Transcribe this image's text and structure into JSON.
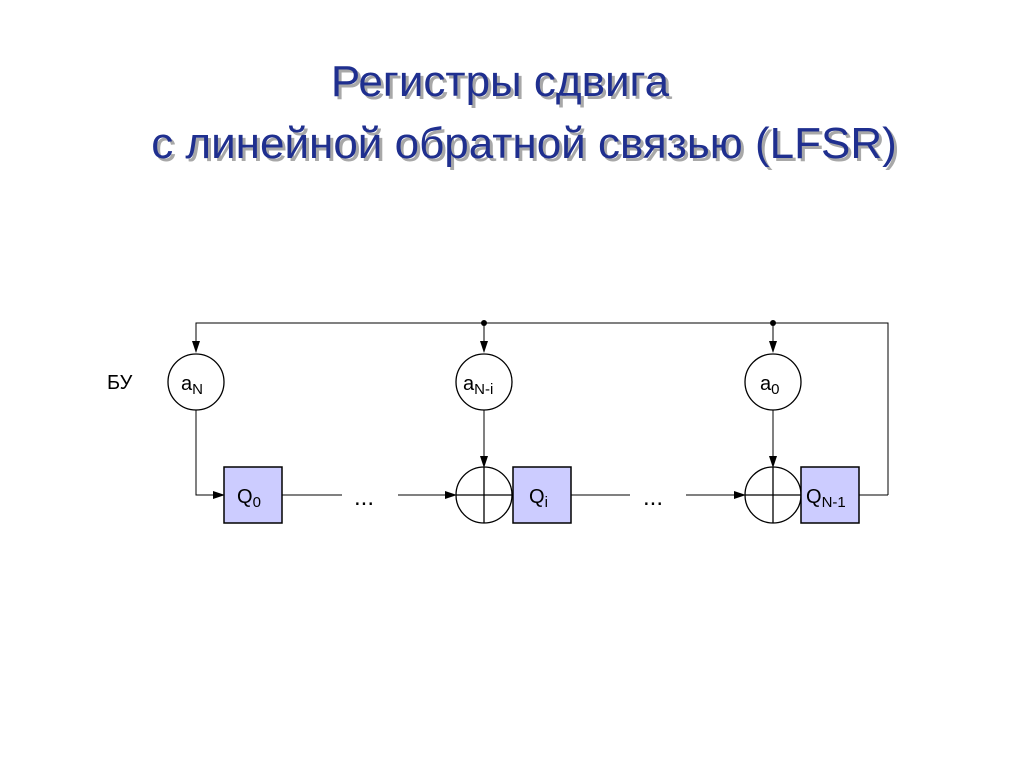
{
  "title": {
    "line1": "Регистры сдвига",
    "line2": "с линейной обратной связью (LFSR)"
  },
  "diagram": {
    "control_unit_label": "БУ",
    "coefficients": [
      {
        "base": "a",
        "sub": "N"
      },
      {
        "base": "a",
        "sub": "N-i"
      },
      {
        "base": "a",
        "sub": "0"
      }
    ],
    "registers": [
      {
        "base": "Q",
        "sub": "0"
      },
      {
        "base": "Q",
        "sub": "i"
      },
      {
        "base": "Q",
        "sub": "N-1"
      }
    ],
    "ellipsis_1": "...",
    "ellipsis_2": "...",
    "colors": {
      "register_fill": "#ccccff",
      "line": "#000000",
      "title": "#1f2f8f",
      "title_shadow": "#a8a8a8"
    }
  }
}
